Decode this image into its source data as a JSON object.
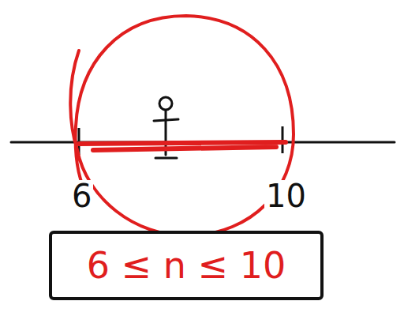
{
  "diagram": {
    "nodes": [
      {
        "text": [
          "6 ≤ n ≤ 10"
        ]
      }
    ],
    "labels": [
      "6",
      "10"
    ]
  }
}
